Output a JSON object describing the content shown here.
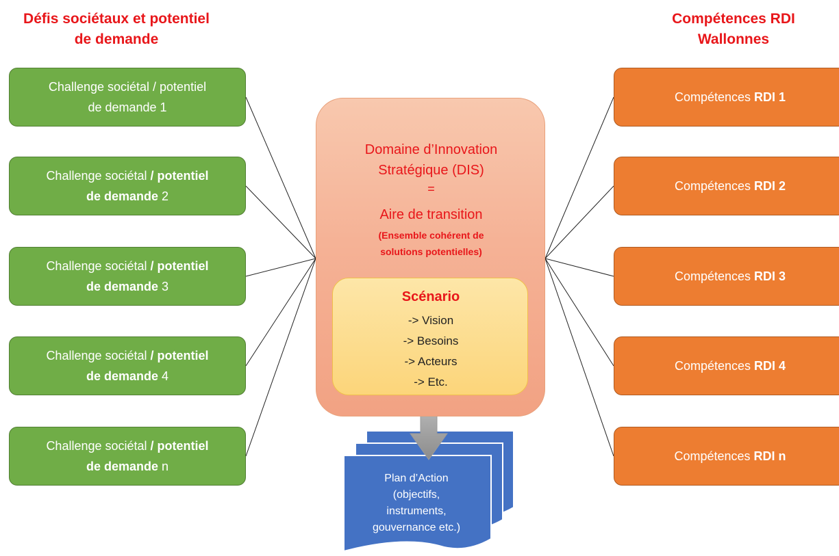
{
  "headings": {
    "left": "Défis sociétaux et potentiel\nde demande",
    "right": "Compétences RDI\nWallonnes"
  },
  "challenges": [
    {
      "part1": "Challenge sociétal / potentiel",
      "part1b": "",
      "part2": "de demande",
      "suffix": "1"
    },
    {
      "part1": "Challenge sociétal",
      "part1b": "/ potentiel",
      "part2": "de demande",
      "suffix": "2"
    },
    {
      "part1": "Challenge sociétal",
      "part1b": "/ potentiel",
      "part2": "de demande",
      "suffix": "3"
    },
    {
      "part1": "Challenge sociétal",
      "part1b": "/ potentiel",
      "part2": "de demande",
      "suffix": "4"
    },
    {
      "part1": "Challenge sociétal",
      "part1b": "/ potentiel",
      "part2": "de demande",
      "suffix": "n"
    }
  ],
  "competences": [
    {
      "label": "Compétences",
      "bold": "RDI 1"
    },
    {
      "label": "Compétences",
      "bold": "RDI 2"
    },
    {
      "label": "Compétences",
      "bold": "RDI 3"
    },
    {
      "label": "Compétences",
      "bold": "RDI 4"
    },
    {
      "label": "Compétences",
      "bold": "RDI n"
    }
  ],
  "dis": {
    "title": "Domaine d’Innovation\nStratégique (DIS)",
    "equals": "=",
    "transition": "Aire de transition",
    "subtitle": "(Ensemble cohérent de\nsolutions potentielles)"
  },
  "scenario": {
    "title": "Scénario",
    "items": [
      "-> Vision",
      "-> Besoins",
      "-> Acteurs",
      "-> Etc."
    ]
  },
  "plan": {
    "text": "Plan d’Action\n(objectifs,\ninstruments,\ngouvernance etc.)"
  },
  "colors": {
    "green": "#70ad47",
    "orange": "#ed7d31",
    "red_text": "#e8161a",
    "blue_doc": "#4472c4",
    "dis_fill": "#f5b296",
    "scenario_fill": "#fcd57a"
  }
}
